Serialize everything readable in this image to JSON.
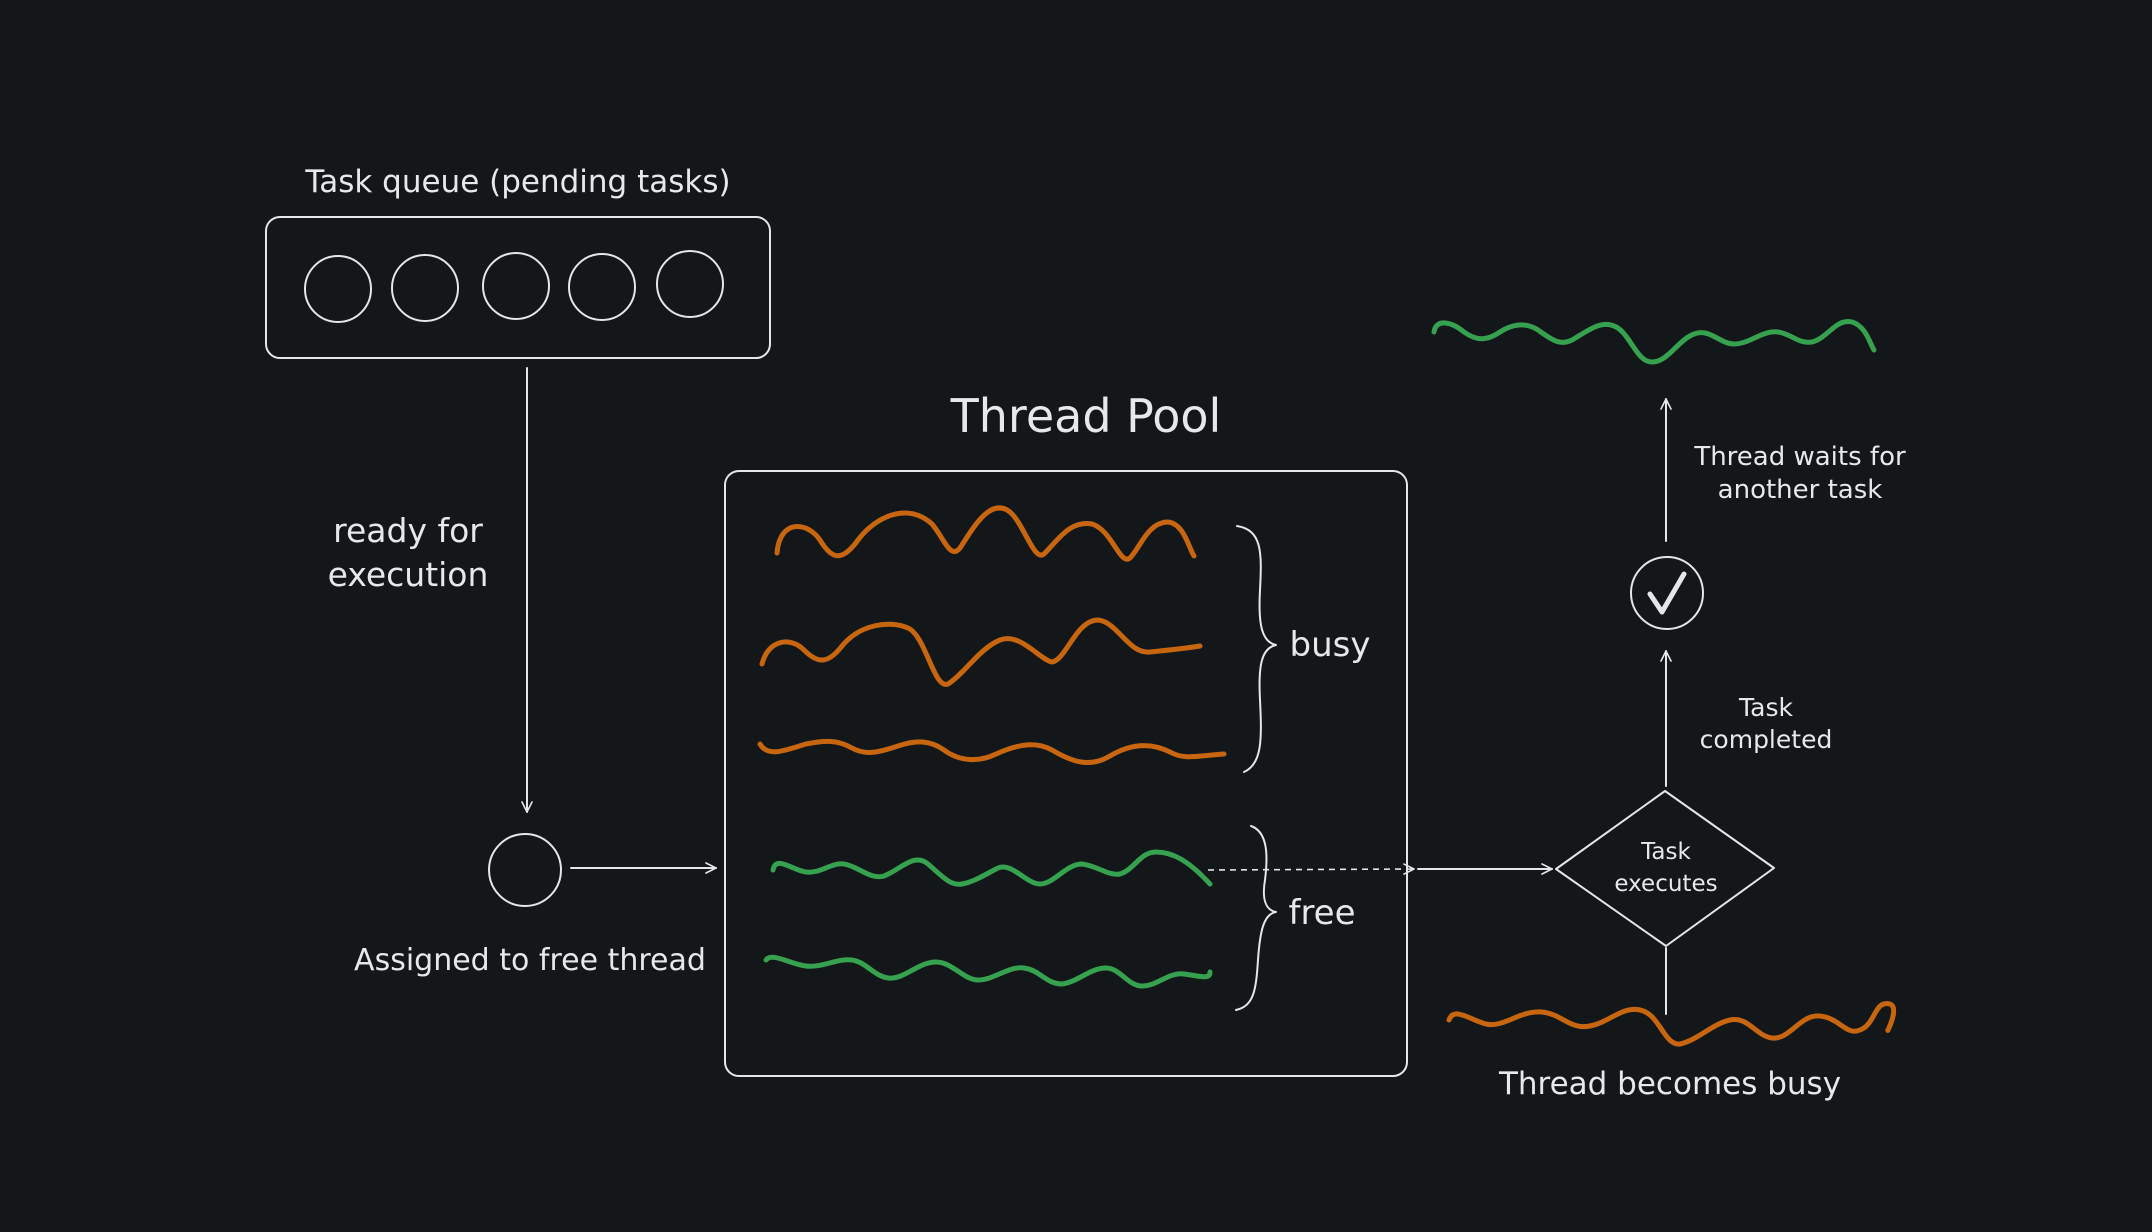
{
  "colors": {
    "background": "#131719",
    "stroke": "#e6e6e6",
    "busy_thread": "#c8660f",
    "free_thread": "#36a14e"
  },
  "queue": {
    "title": "Task queue (pending tasks)",
    "pending_task_count": 5
  },
  "flow": {
    "ready_line1": "ready for",
    "ready_line2": "execution",
    "assigned": "Assigned to free thread"
  },
  "pool": {
    "title": "Thread Pool",
    "busy_label": "busy",
    "free_label": "free",
    "busy_threads": 3,
    "free_threads": 2
  },
  "execution": {
    "diamond_line1": "Task",
    "diamond_line2": "executes",
    "becomes_busy": "Thread becomes busy",
    "completed_line1": "Task",
    "completed_line2": "completed",
    "check_icon": "checkmark-icon",
    "waits_line1": "Thread waits for",
    "waits_line2": "another task"
  }
}
